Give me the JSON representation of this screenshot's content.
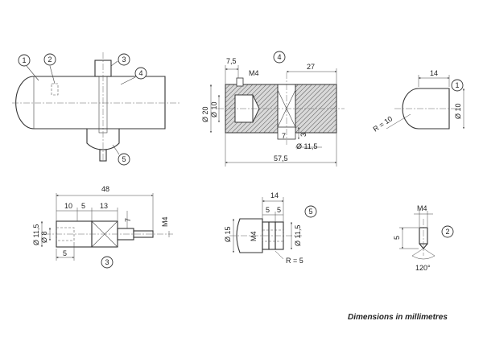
{
  "footer": {
    "text": "Dimensions in millimetres"
  },
  "callouts": {
    "c1": "1",
    "c2": "2",
    "c3": "3",
    "c4": "4",
    "c5": "5"
  },
  "assembly": {
    "balloons": [
      "1",
      "2",
      "3",
      "4",
      "5"
    ]
  },
  "part4": {
    "balloon": "4",
    "dims": {
      "left_offset": "7,5",
      "thread": "M4",
      "right_width": "27",
      "outer_dia": "Ø 20",
      "inner_dia": "Ø 10",
      "slot": "7",
      "slot_depth": "3",
      "bore": "Ø 11,5",
      "overall": "57,5"
    }
  },
  "part1": {
    "balloon": "1",
    "dims": {
      "length": "14",
      "dia": "Ø 10",
      "radius": "R = 10"
    }
  },
  "part3": {
    "balloon": "3",
    "dims": {
      "overall": "48",
      "d10": "10",
      "d5a": "5",
      "d13": "13",
      "dia_outer": "Ø 11,5",
      "dia_inner": "Ø 8",
      "square": "7",
      "thread": "M4",
      "d5b": "5"
    }
  },
  "part5": {
    "balloon": "5",
    "dims": {
      "overall": "14",
      "d5a": "5",
      "d5b": "5",
      "dia": "Ø 15",
      "thread": "M4",
      "dia2": "Ø 11,5",
      "radius": "R = 5"
    }
  },
  "part2": {
    "balloon": "2",
    "dims": {
      "thread": "M4",
      "length": "5",
      "angle": "120°"
    }
  }
}
